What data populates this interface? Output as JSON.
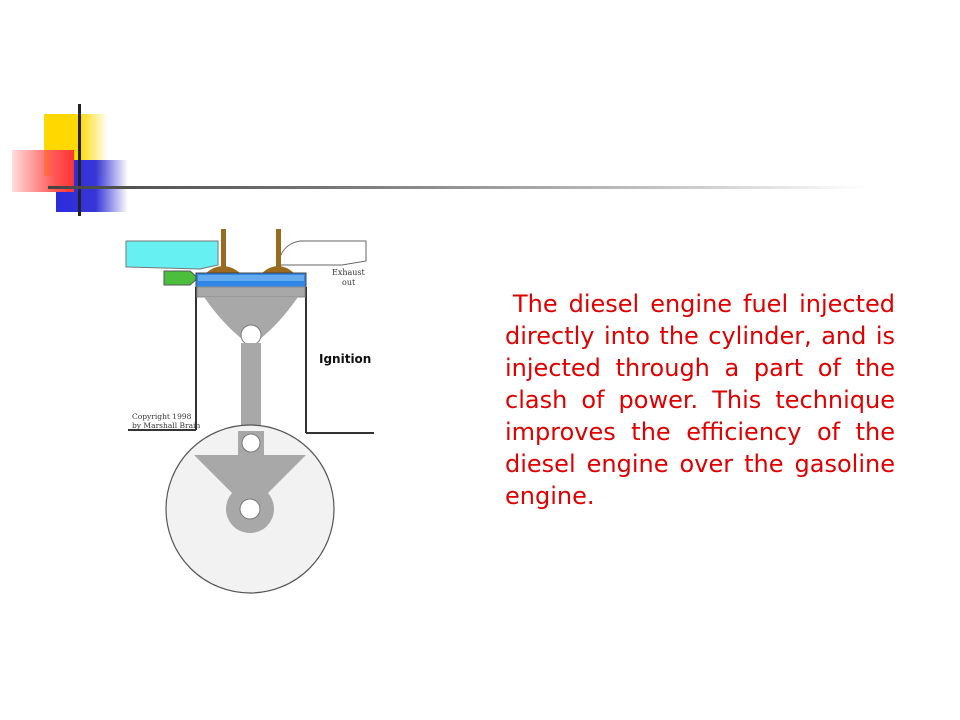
{
  "diagram": {
    "label_exhaust": "Exhaust",
    "label_out": "out",
    "label_ignition": "Ignition",
    "copyright_line1": "Copyright 1998",
    "copyright_line2": "by Marshall Brain",
    "colors": {
      "intake": "#66f0f2",
      "fuel_injector": "#4bbf3b",
      "valve": "#9a6a1e",
      "combustion_chamber": "#2f86e6",
      "piston": "#a8a8a8",
      "flywheel": "#f2f2f2"
    }
  },
  "body": {
    "text": "The diesel engine fuel injected directly into the cylinder, and is injected through a part of the clash of power. This technique improves the efficiency of the diesel engine over the gasoline engine.",
    "color": "#e00000"
  },
  "decoration": {
    "colors": {
      "yellow": "#ffd800",
      "blue": "#2b2bdc",
      "red": "#ff5555"
    }
  }
}
